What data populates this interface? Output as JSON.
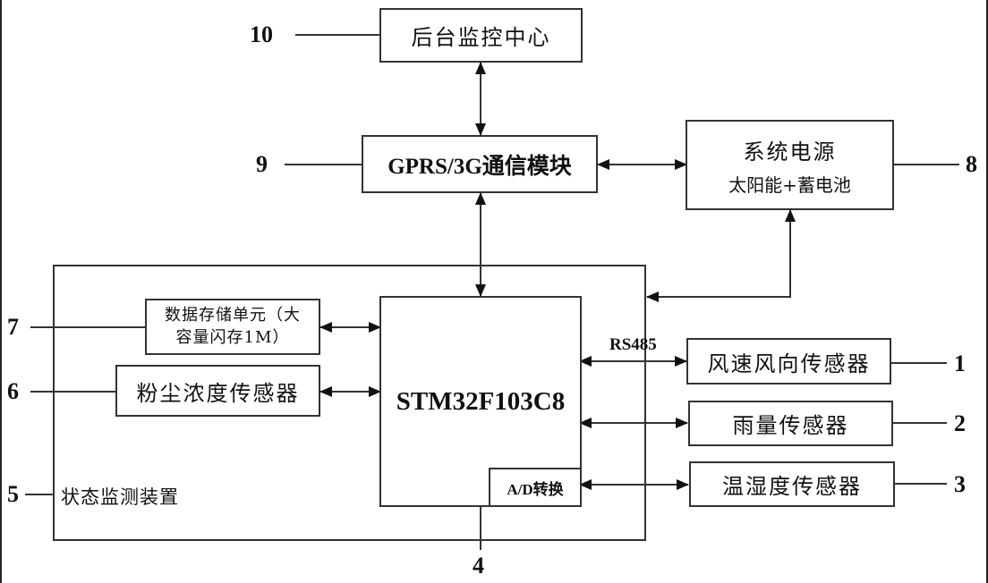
{
  "diagram": {
    "blocks": {
      "monitor_center": {
        "label": "后台监控中心",
        "ref": "10"
      },
      "comm_module": {
        "label": "GPRS/3G通信模块",
        "ref": "9"
      },
      "power": {
        "line1": "系统电源",
        "line2": "太阳能+蓄电池",
        "ref": "8"
      },
      "storage": {
        "line1": "数据存储单元（大",
        "line2": "容量闪存1M）",
        "ref": "7"
      },
      "dust_sensor": {
        "label": "粉尘浓度传感器",
        "ref": "6"
      },
      "device": {
        "label": "状态监测装置",
        "ref": "5"
      },
      "mcu": {
        "label": "STM32F103C8",
        "adc": "A/D转换",
        "ref": "4"
      },
      "wind_sensor": {
        "label": "风速风向传感器",
        "ref": "1"
      },
      "rain_sensor": {
        "label": "雨量传感器",
        "ref": "2"
      },
      "temp_sensor": {
        "label": "温湿度传感器",
        "ref": "3"
      }
    },
    "bus_label": "RS485",
    "connections": [
      {
        "from": "monitor_center",
        "to": "comm_module",
        "type": "bidirectional"
      },
      {
        "from": "comm_module",
        "to": "mcu",
        "type": "bidirectional"
      },
      {
        "from": "comm_module",
        "to": "power",
        "type": "bidirectional"
      },
      {
        "from": "power",
        "to": "device",
        "type": "bidirectional"
      },
      {
        "from": "storage",
        "to": "mcu",
        "type": "bidirectional"
      },
      {
        "from": "dust_sensor",
        "to": "mcu",
        "type": "bidirectional"
      },
      {
        "from": "mcu",
        "to": "wind_sensor",
        "type": "bidirectional",
        "label": "RS485"
      },
      {
        "from": "mcu",
        "to": "rain_sensor",
        "type": "bidirectional"
      },
      {
        "from": "mcu",
        "to": "temp_sensor",
        "type": "bidirectional"
      }
    ]
  }
}
